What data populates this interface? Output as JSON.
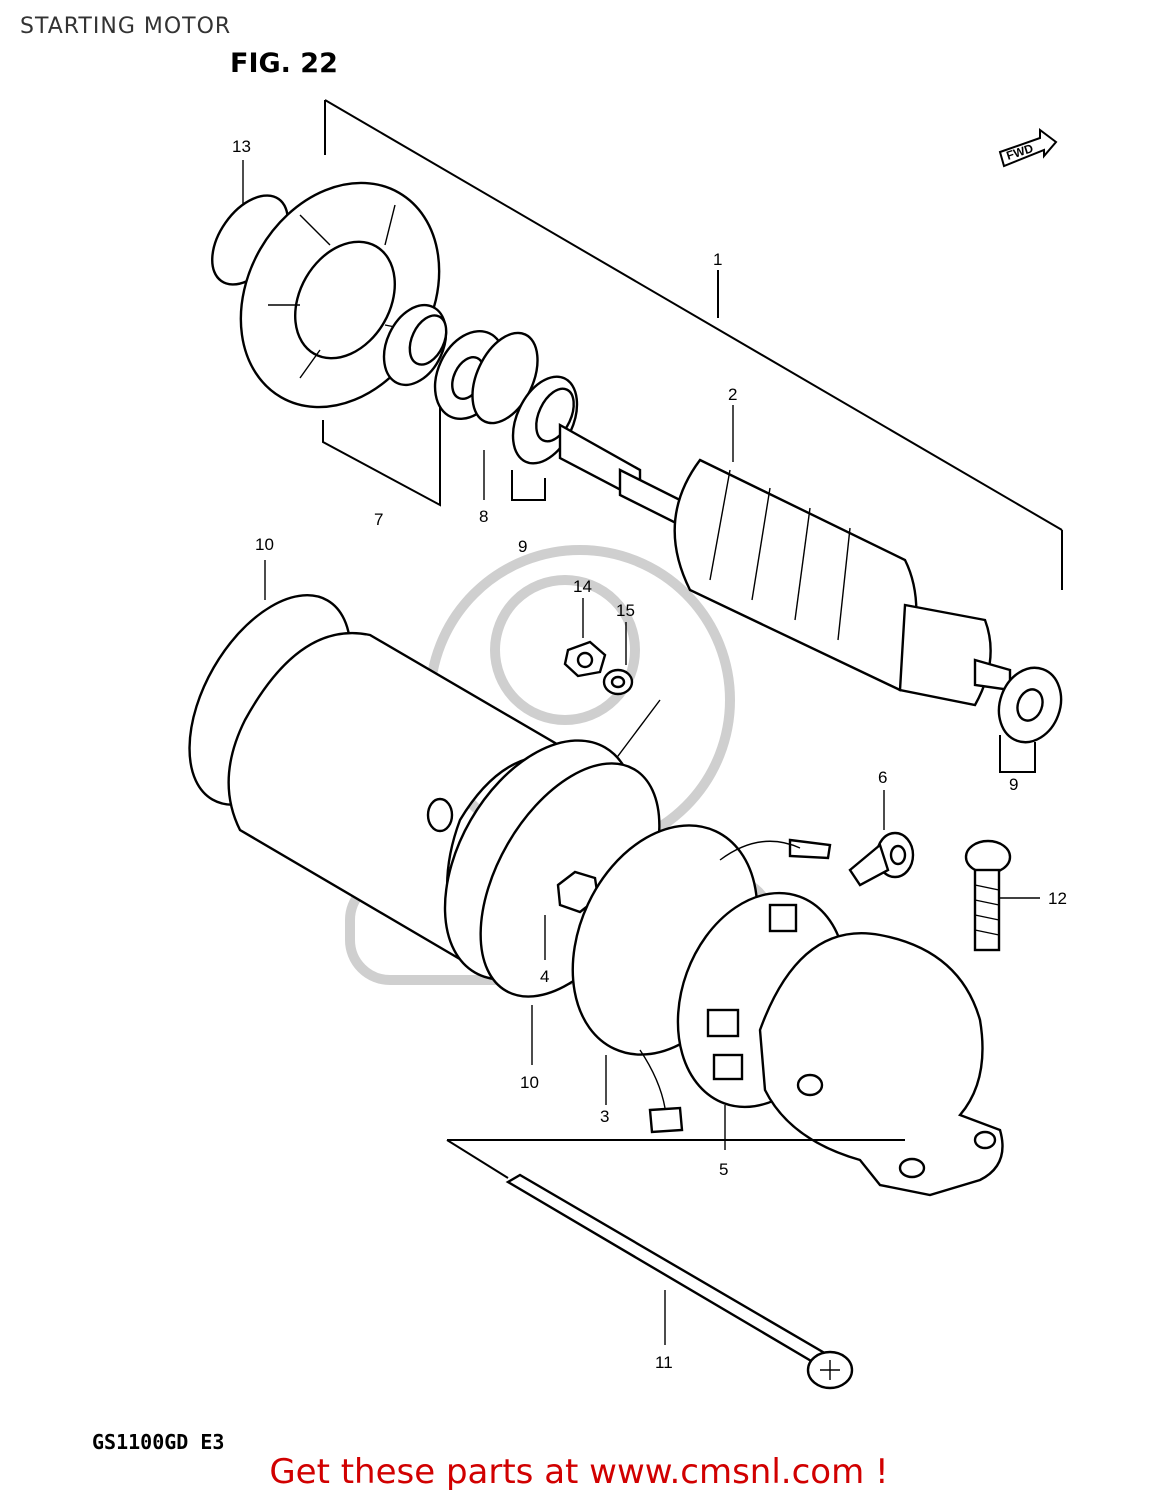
{
  "header": {
    "title": "STARTING MOTOR",
    "figure": "FIG. 22"
  },
  "fwd_label": "FWD",
  "callouts": [
    "1",
    "2",
    "3",
    "4",
    "5",
    "6",
    "7",
    "8",
    "9",
    "9",
    "10",
    "10",
    "11",
    "12",
    "13",
    "14",
    "15"
  ],
  "footer": {
    "model": "GS1100GD E3",
    "cta": "Get these parts at www.cmsnl.com !"
  },
  "colors": {
    "cta": "#d10000",
    "ink": "#000000",
    "watermark": "#cfcfcf"
  }
}
